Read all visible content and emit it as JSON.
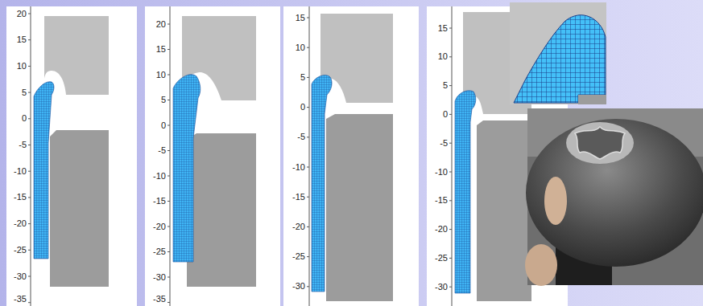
{
  "diagram": {
    "labels": [
      "20",
      "15",
      "10",
      "5",
      "0",
      "-5",
      "-10",
      "-15",
      "-20",
      "-25",
      "-30",
      "-35",
      "20",
      "15",
      "10",
      "5",
      "0",
      "-5",
      "-10",
      "-15",
      "-20",
      "-25",
      "-30",
      "-35",
      "15",
      "10",
      "5",
      "0",
      "-5",
      "-10",
      "-15",
      "-20",
      "-25",
      "-30",
      "15",
      "10",
      "5",
      "0",
      "-5",
      "-10",
      "-15",
      "-20",
      "-25",
      "-30"
    ]
  }
}
